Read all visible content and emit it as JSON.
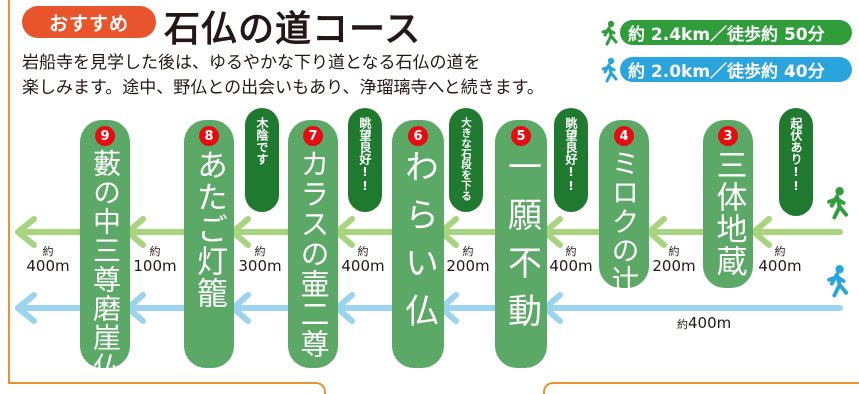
{
  "header": {
    "badge": "おすすめ",
    "title": "石仏の道コース"
  },
  "description": {
    "line1": "岩船寺を見学した後は、ゆるやかな下り道となる石仏の道を",
    "line2": "楽しみます。途中、野仏との出会いもあり、浄瑠璃寺へと続きます。"
  },
  "walk_info": {
    "green": {
      "text": "約 2.4km／徒歩約 50分",
      "color": "#2e9d3a",
      "icon": "walking-person-icon"
    },
    "blue": {
      "text": "約 2.0km／徒歩約 40分",
      "color": "#2aa4dc",
      "icon": "walking-person-icon"
    }
  },
  "stops": [
    {
      "number": "3",
      "name": "三体地蔵"
    },
    {
      "number": "4",
      "name": "ミロクの辻"
    },
    {
      "number": "5",
      "name": "一願不動"
    },
    {
      "number": "6",
      "name": "わらい仏"
    },
    {
      "number": "7",
      "name": "カラスの壷二尊"
    },
    {
      "number": "8",
      "name": "あたご灯籠"
    },
    {
      "number": "9",
      "name": "藪の中三尊磨崖仏"
    }
  ],
  "notes": {
    "n3": "起伏あり!!",
    "n4": "眺望良好!!",
    "n5": "大きな石段を下る",
    "n6": "眺望良好!!",
    "n8": "木陰です"
  },
  "distances": {
    "prefix": "約",
    "d_start_3": "400m",
    "d_3_4": "200m",
    "d_4_5": "400m",
    "d_5_6": "200m",
    "d_6_7": "400m",
    "d_7_8": "300m",
    "d_8_9": "100m",
    "d_9_end": "400m",
    "blue_long": "400m"
  },
  "colors": {
    "stop_fill": "#5ca866",
    "note_fill": "#1f7a2f",
    "number_badge": "#e60c12",
    "green_route": "#a9d47f",
    "blue_route": "#9cd3ef",
    "badge_fill": "#e8542b",
    "frame": "#e8932f"
  }
}
